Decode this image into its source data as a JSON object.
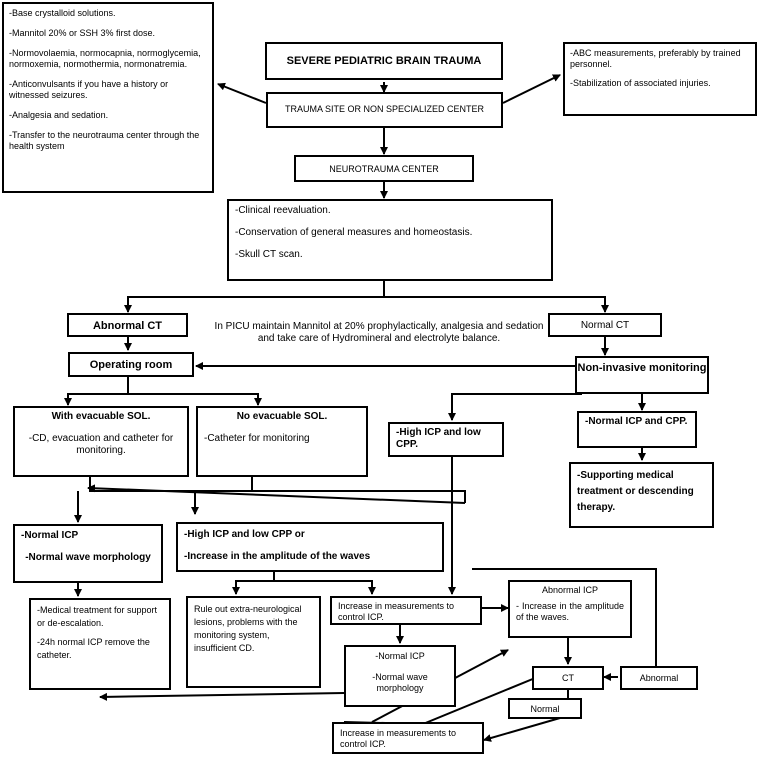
{
  "title": "SEVERE PEDIATRIC BRAIN TRAUMA",
  "trauma_site": "TRAUMA SITE OR NON SPECIALIZED  CENTER",
  "left_measures": [
    "-Base crystalloid solutions.",
    "-Mannitol 20% or SSH 3% first dose.",
    "-Normovolaemia,  normocapnia,  normoglycemia,  normoxemia,  normothermia,  normonatremia.",
    "-Anticonvulsants if you have a history or witnessed seizures.",
    "-Analgesia and sedation.",
    "-Transfer to the neurotrauma center through the health system"
  ],
  "right_measures": [
    "-ABC measurements,  preferably by trained personnel.",
    "-Stabilization of associated injuries."
  ],
  "neurotrauma_center": "NEUROTRAUMA CENTER",
  "clinical": [
    "-Clinical  reevaluation.",
    "-Conservation of general measures and homeostasis.",
    "-Skull CT scan."
  ],
  "abnormal_ct": "Abnormal CT",
  "normal_ct": "Normal CT",
  "picu_note": "In PICU maintain  Mannitol at 20% prophylactically,  analgesia and sedation and take care of Hydromineral and electrolyte balance.",
  "operating_room": "Operating room",
  "non_invasive": "Non-invasive monitoring",
  "evacuable": {
    "title": "With evacuable SOL.",
    "body": "-CD, evacuation and catheter for monitoring."
  },
  "no_evacuable": {
    "title": "No evacuable SOL.",
    "body": "-Catheter for monitoring"
  },
  "high_icp_right": "-High ICP and low CPP.",
  "normal_icp_cpp": "-Normal ICP and CPP.",
  "supporting": "-Supporting medical treatment or descending therapy.",
  "normal_icp_box": [
    "-Normal ICP",
    "-Normal wave morphology"
  ],
  "high_icp_box": [
    "-High ICP and low CPP or",
    "-Increase in the amplitude of the waves"
  ],
  "medical_treatment": [
    "-Medical treatment  for support or de-escalation.",
    "-24h normal ICP remove the catheter."
  ],
  "rule_out": "Rule out extra-neurological lesions, problems with the monitoring system, insufficient CD.",
  "increase_measurements_1": "Increase  in  measurements to control ICP.",
  "abnormal_icp": [
    "Abnormal ICP",
    "-  Increase  in  the amplitude  of  the waves."
  ],
  "normal_icp_mid": [
    "-Normal ICP",
    "-Normal wave morphology"
  ],
  "ct_label": "CT",
  "abnormal_label": "Abnormal",
  "normal_label": "Normal",
  "increase_measurements_2": "Increase  in  measurements to control ICP."
}
